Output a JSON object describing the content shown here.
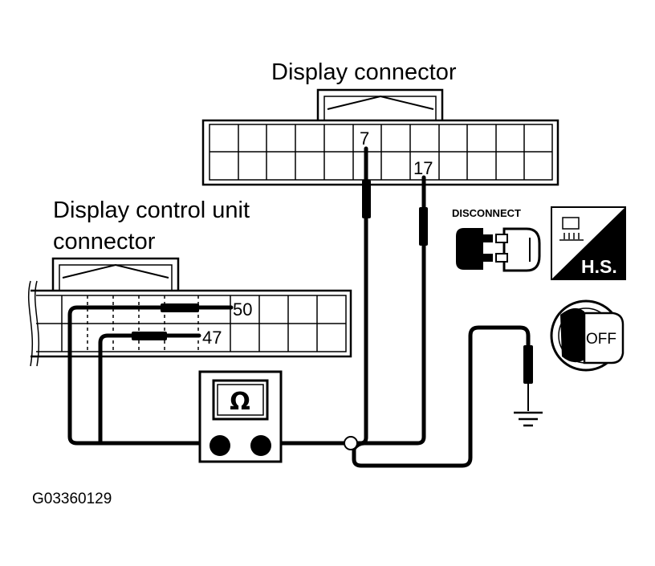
{
  "labels": {
    "display_connector": "Display connector",
    "control_unit_line1": "Display control unit",
    "control_unit_line2": "connector",
    "figure_code": "G03360129"
  },
  "pins": {
    "display_a": "7",
    "display_b": "17",
    "control_a": "50",
    "control_b": "47"
  },
  "icons": {
    "disconnect_text": "DISCONNECT",
    "hs_text": "H.S.",
    "ignition_text": "OFF",
    "ohmmeter_symbol": "Ω"
  },
  "colors": {
    "ink": "#000000",
    "paper": "#ffffff"
  }
}
